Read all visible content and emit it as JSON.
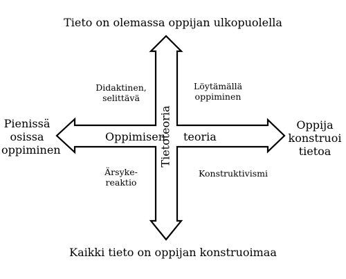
{
  "diagram": {
    "top_label": "Tieto on olemassa oppijan ulkopuolella",
    "bottom_label": "Kaikki tieto on oppijan konstruoimaa",
    "left_label": "Pienissä\nosissa\noppiminen",
    "right_label": "Oppija\nkonstruoi\ntietoa",
    "axis_horizontal_left": "Oppimisen",
    "axis_horizontal_right": "teoria",
    "axis_vertical": "Tietoteoria",
    "quadrants": {
      "top_left": "Didaktinen,\nselittävä",
      "top_right": "Löytämällä\noppiminen",
      "bottom_left": "Ärsyke-\nreaktio",
      "bottom_right": "Konstruktivismi"
    },
    "colors": {
      "stroke": "#000000",
      "fill": "#ffffff"
    }
  }
}
